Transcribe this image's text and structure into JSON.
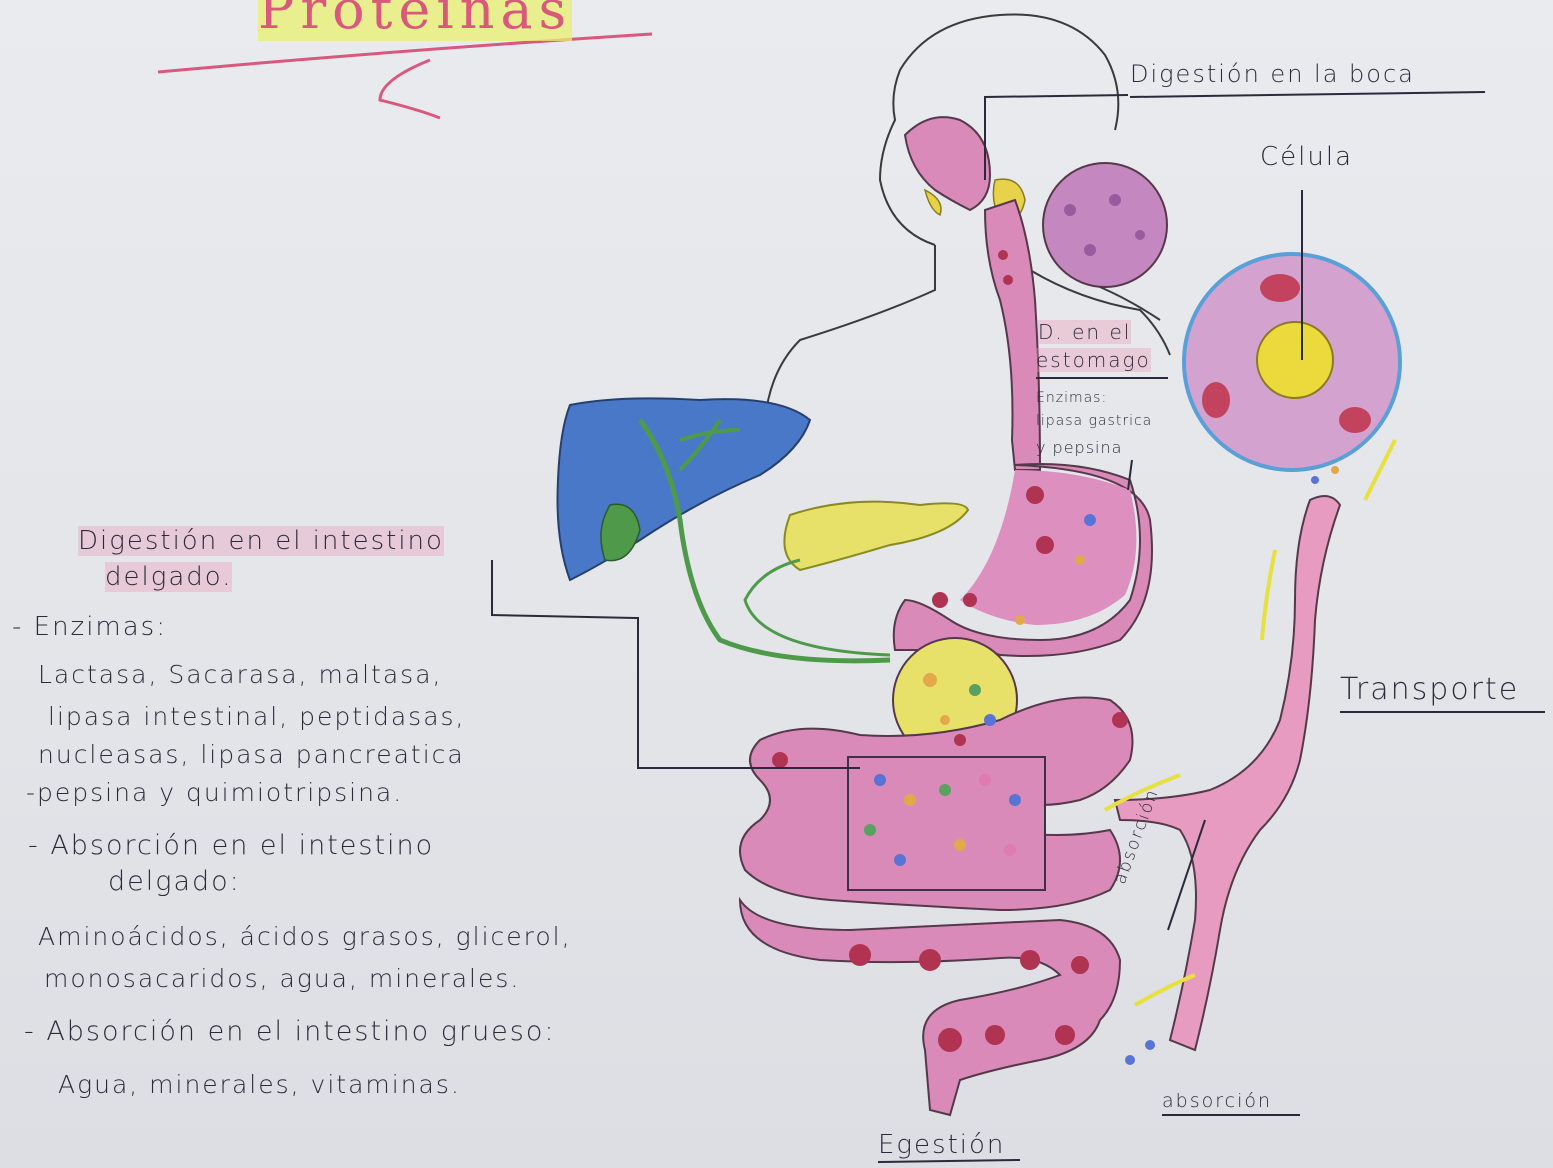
{
  "title": "Proteinas",
  "labels": {
    "mouth": "Digestión en la boca",
    "cell": "Célula",
    "stomach_line1": "D. en el",
    "stomach_line2": "estomago",
    "stomach_enzymes_1": "Enzimas:",
    "stomach_enzymes_2": "lipasa gastrica",
    "stomach_enzymes_3": "y pepsina",
    "transport": "Transporte",
    "absorption_vertical": "absorción",
    "absorption_bottom": "absorción",
    "egestion": "Egestión"
  },
  "notes": {
    "small_intestine_title_1": "Digestión en el intestino",
    "small_intestine_title_2": "delgado.",
    "enzymes_heading": "- Enzimas:",
    "enzymes_lines": [
      "Lactasa, Sacarasa, maltasa,",
      "lipasa intestinal, peptidasas,",
      "nucleasas, lipasa pancreatica",
      "-pepsina y quimiotripsina."
    ],
    "abs_small_1": "- Absorción en el intestino",
    "abs_small_2": "delgado:",
    "abs_small_lines": [
      "Aminoácidos, ácidos grasos, glicerol,",
      "monosacaridos, agua, minerales."
    ],
    "abs_large": "- Absorción en el intestino grueso:",
    "abs_large_line": "Agua, minerales, vitaminas."
  },
  "colors": {
    "paper": "#e6e8ec",
    "ink": "#2c2a3a",
    "digestive_pink": "#d98ab8",
    "liver_blue": "#4a78c8",
    "bile_green": "#4f9a4a",
    "pancreas_yellow": "#e7e16a",
    "cell_border": "#5aa0d8",
    "nucleus_yellow": "#ecd93c",
    "highlight_pink": "#f0a4c0",
    "title_red": "#d9587b",
    "title_highlight": "#e8f06e"
  }
}
